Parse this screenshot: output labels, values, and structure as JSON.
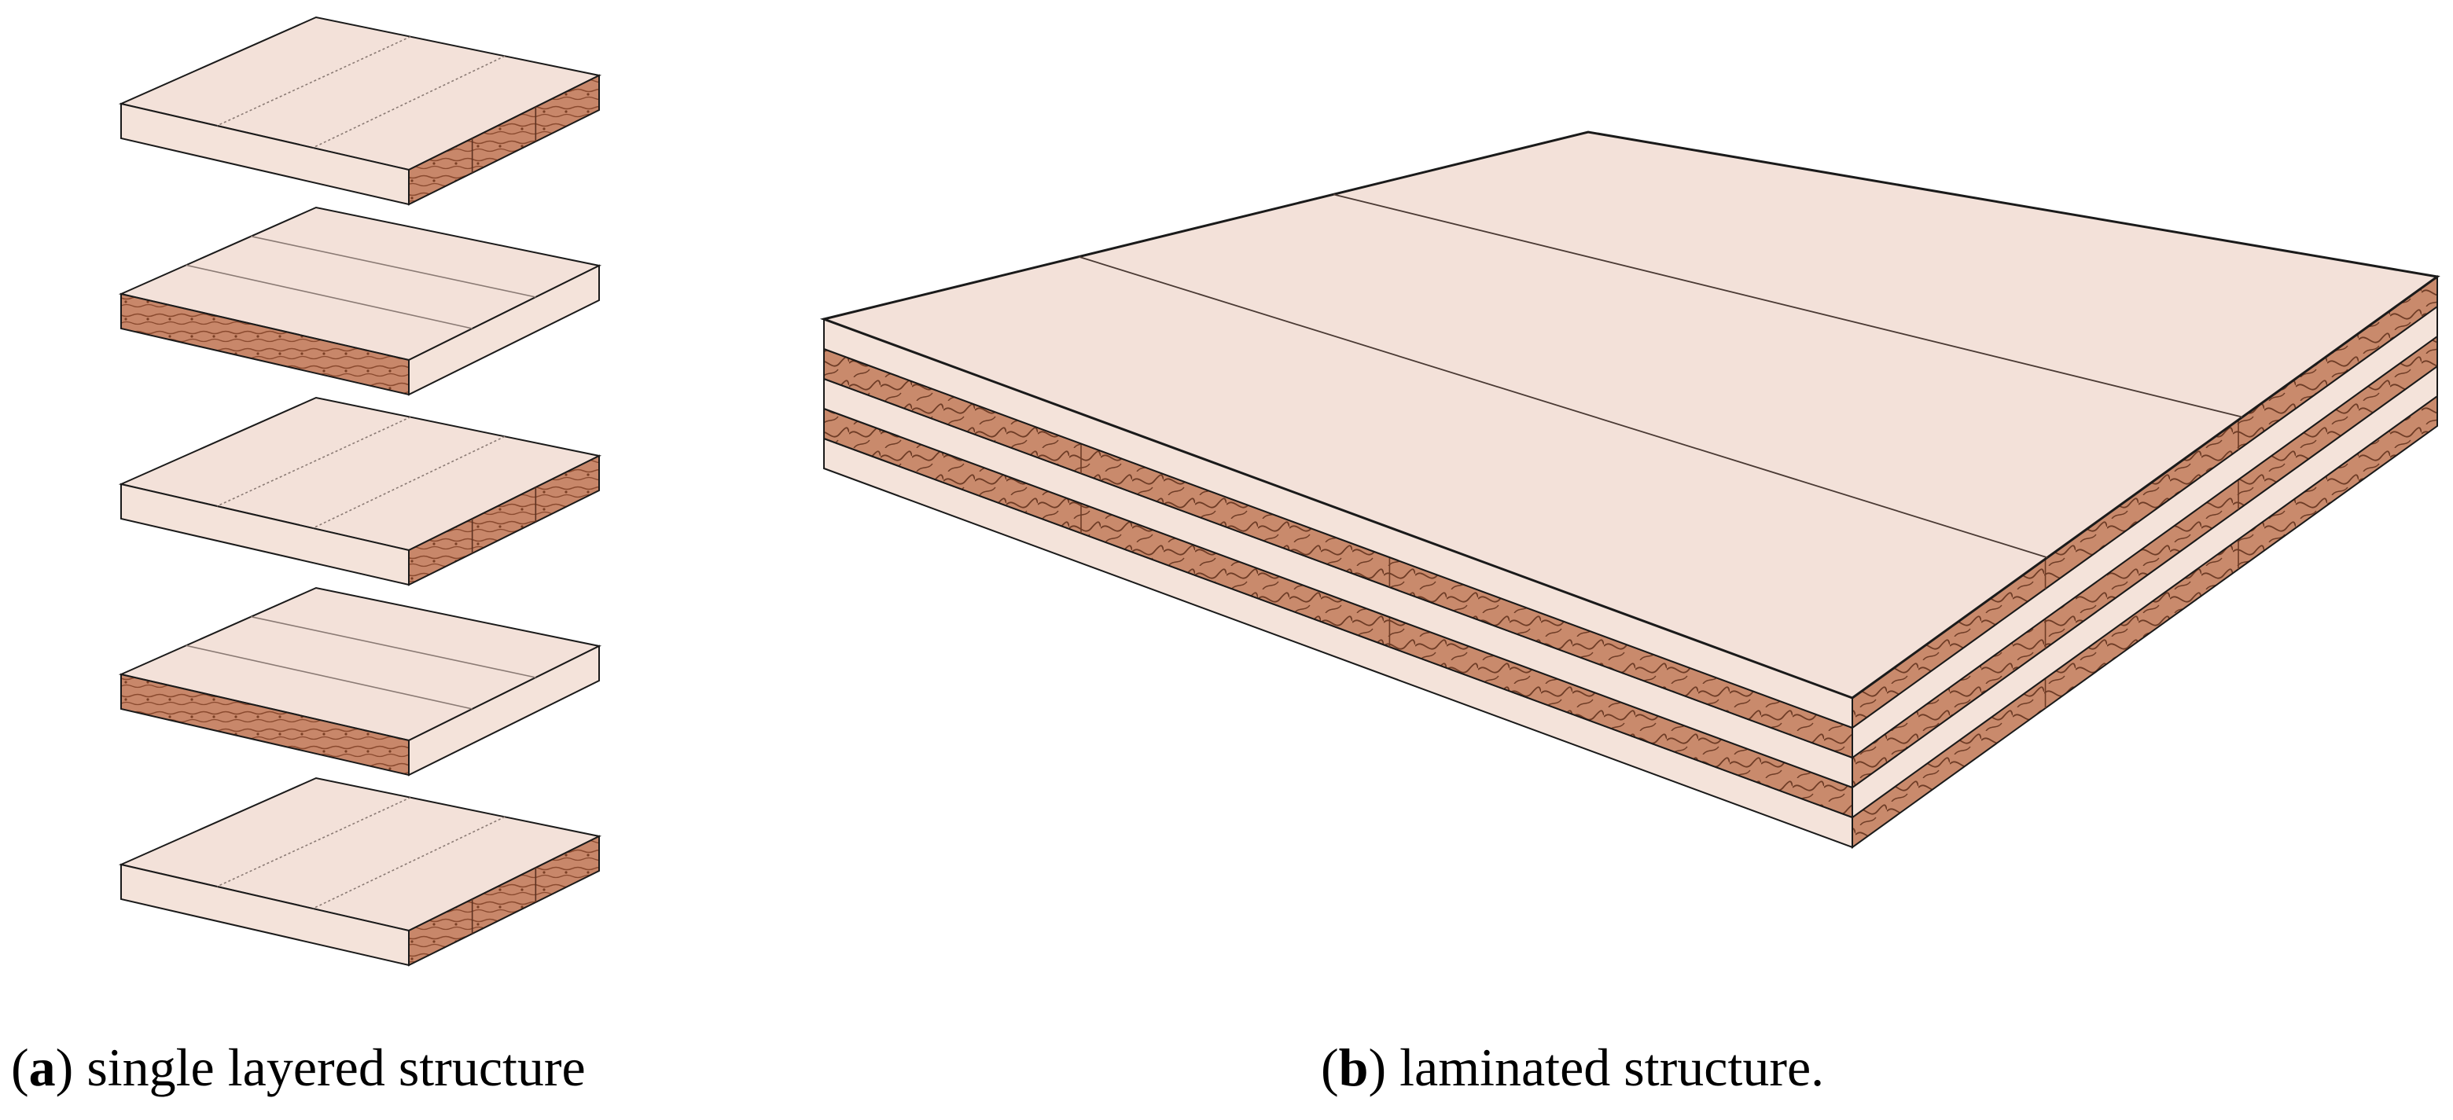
{
  "figure": {
    "panel_a": {
      "letter": "a",
      "caption": "single layered structure",
      "board_count": 5
    },
    "panel_b": {
      "letter": "b",
      "caption": "laminated structure.",
      "layer_count": 5
    }
  },
  "colors": {
    "face": "#f3e1d9",
    "side_plain": "#f4e3da",
    "grain": "#c8876a",
    "grain_line": "#6e3c26",
    "outline": "#1a1a1a"
  }
}
